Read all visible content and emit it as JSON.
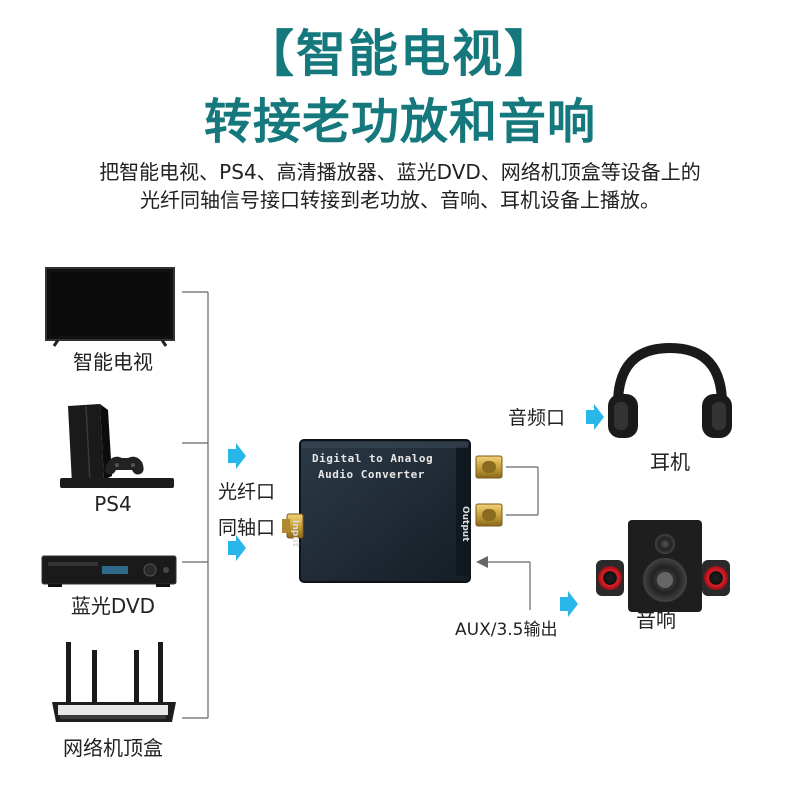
{
  "header": {
    "title_line1": "【智能电视】",
    "title_line2": "转接老功放和音响",
    "desc_line1": "把智能电视、PS4、高清播放器、蓝光DVD、网络机顶盒等设备上的",
    "desc_line2": "光纤同轴信号接口转接到老功放、音响、耳机设备上播放。"
  },
  "sources": [
    {
      "label": "智能电视",
      "icon": "tv-icon"
    },
    {
      "label": "PS4",
      "icon": "ps4-icon"
    },
    {
      "label": "蓝光DVD",
      "icon": "dvd-player-icon"
    },
    {
      "label": "网络机顶盒",
      "icon": "router-icon"
    }
  ],
  "inputs": {
    "optical_label": "光纤口",
    "coaxial_label": "同轴口"
  },
  "converter": {
    "line1": "Digital to Analog",
    "line2": "Audio Converter",
    "input_port": "Input",
    "output_port": "Output"
  },
  "outputs": {
    "audio_port_label": "音频口",
    "headphone_label": "耳机",
    "aux_label": "AUX/3.5输出",
    "speaker_label": "音响"
  },
  "colors": {
    "title": "#15787c",
    "arrow": "#29b6e8",
    "converter_body": "#1f2a35",
    "gold": "#c9a03a"
  }
}
